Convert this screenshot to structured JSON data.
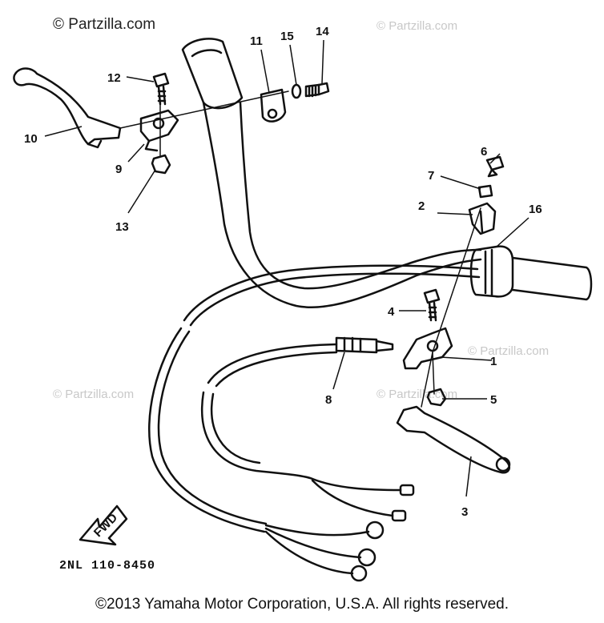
{
  "watermark_top_left": "© Partzilla.com",
  "watermarks": [
    "© Partzilla.com",
    "© Partzilla.com",
    "© Partzilla.com",
    "© Partzilla.com"
  ],
  "callouts": {
    "n1": "1",
    "n2": "2",
    "n3": "3",
    "n4": "4",
    "n5": "5",
    "n6": "6",
    "n7": "7",
    "n8": "8",
    "n9": "9",
    "n10": "10",
    "n11": "11",
    "n12": "12",
    "n13": "13",
    "n14": "14",
    "n15": "15",
    "n16": "16"
  },
  "fwd_label": "FWD",
  "part_code": "2NL 110-8450",
  "copyright": "©2013 Yamaha Motor Corporation, U.S.A. All rights reserved."
}
